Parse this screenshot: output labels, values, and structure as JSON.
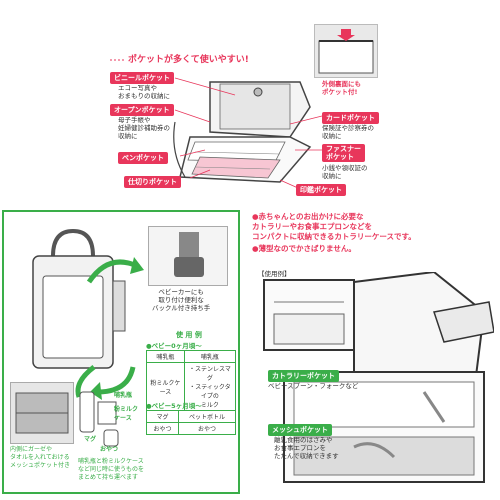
{
  "top": {
    "title": "ポケットが多くて使いやすい!",
    "vinyl_pocket": {
      "label": "ビニールポケット",
      "desc": "エコー写真や\nおまもりの収納に"
    },
    "open_pocket": {
      "label": "オープンポケット",
      "desc": "母子手帳や\n妊婦健診補助券の\n収納に"
    },
    "pen_pocket": {
      "label": "ペンポケット"
    },
    "divider_pocket": {
      "label": "仕切りポケット"
    },
    "card_pocket": {
      "label": "カードポケット",
      "desc": "保険証や診察券の\n収納に"
    },
    "fastener_pocket": {
      "label": "ファスナー\nポケット",
      "desc": "小銭や領収証の\n収納に"
    },
    "stamp_pocket": {
      "label": "印鑑ポケット"
    },
    "outer_pocket_note": "外側裏面にも\nポケット付!"
  },
  "bottom_left": {
    "buckle_note": "ベビーカーにも\n取り付け便利な\nバックル付き持ち手",
    "inner_note": "内側にガーゼや\nタオルを入れておける\nメッシュポケット付き",
    "bottle_note": "哺乳瓶",
    "formula_note": "粉ミルク\nケース",
    "mug_note": "マグ",
    "snack_note": "おやつ",
    "side_note": "哺乳瓶と粉ミルクケース\nなど同じ時に使うものを\nまとめて持ち運べます",
    "usage_table": {
      "header": "使 用 例",
      "age1": "●ベビー0ヶ月頃～",
      "row1": [
        "哺乳瓶",
        "哺乳瓶"
      ],
      "row2": [
        "粉ミルクケース",
        "・ステンレスマグ\n・スティックタイプの\nミルク"
      ],
      "age2": "●ベビー5ヶ月頃～",
      "row3": [
        "マグ",
        "ペットボトル"
      ],
      "row4": [
        "おやつ",
        "おやつ"
      ]
    }
  },
  "bottom_right": {
    "bullet1": "●赤ちゃんとのお出かけに必要な\nカトラリーやお食事エプロンなどを\nコンパクトに収納できるカトラリーケースです。",
    "bullet2": "●薄型なのでかさばりません。",
    "usage_tag": "【使用例】",
    "cutlery_pocket": {
      "label": "カトラリーポケット",
      "desc": "ベビースプーン・フォークなど"
    },
    "mesh_pocket": {
      "label": "メッシュポケット",
      "desc": "離乳食用のはさみや\nお食事エプロンを\nたたんで収納できます"
    }
  },
  "colors": {
    "red": "#e8365b",
    "green": "#3aae49",
    "pink": "#f7c6d3"
  }
}
